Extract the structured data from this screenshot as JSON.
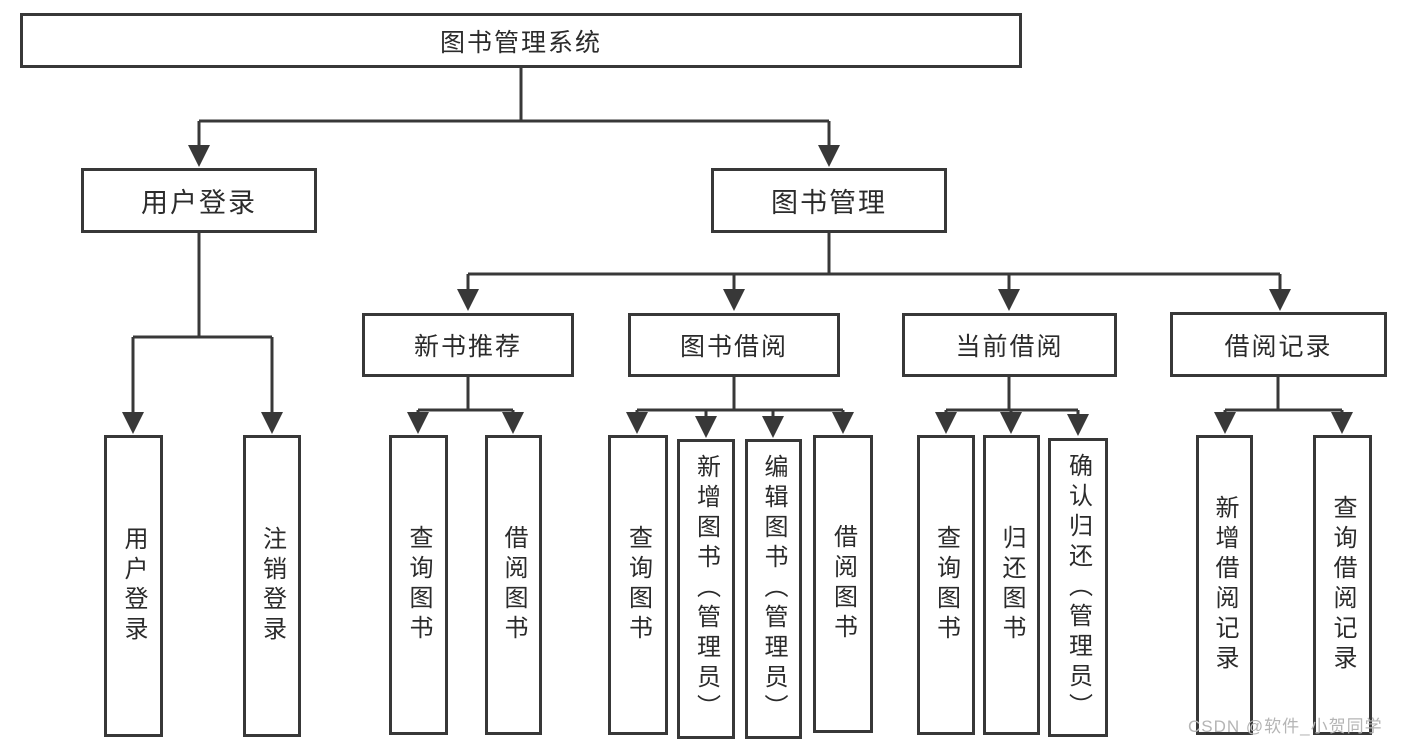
{
  "tree": {
    "label": "图书管理系统",
    "children": [
      {
        "label": "用户登录",
        "children": [
          {
            "label": "用户登录"
          },
          {
            "label": "注销登录"
          }
        ]
      },
      {
        "label": "图书管理",
        "children": [
          {
            "label": "新书推荐",
            "children": [
              {
                "label": "查询图书"
              },
              {
                "label": "借阅图书"
              }
            ]
          },
          {
            "label": "图书借阅",
            "children": [
              {
                "label": "查询图书"
              },
              {
                "label": "新增图书（管理员）"
              },
              {
                "label": "编辑图书（管理员）"
              },
              {
                "label": "借阅图书"
              }
            ]
          },
          {
            "label": "当前借阅",
            "children": [
              {
                "label": "查询图书"
              },
              {
                "label": "归还图书"
              },
              {
                "label": "确认归还（管理员）"
              }
            ]
          },
          {
            "label": "借阅记录",
            "children": [
              {
                "label": "新增借阅记录"
              },
              {
                "label": "查询借阅记录"
              }
            ]
          }
        ]
      }
    ]
  },
  "watermark": {
    "text": "CSDN @软件_小贺同学"
  },
  "colors": {
    "line": "#383838",
    "box_border": "#383838",
    "text": "#2b2b2b",
    "watermark": "#b5b5b5",
    "background": "#ffffff"
  }
}
